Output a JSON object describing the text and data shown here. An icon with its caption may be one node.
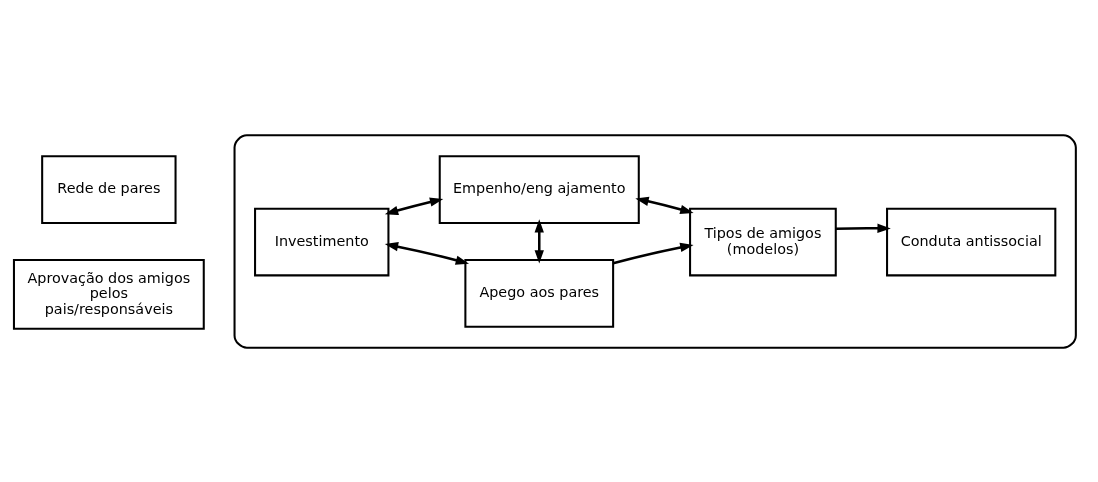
{
  "diagram": {
    "nodes": [
      {
        "text": [
          "Rede de pares"
        ]
      },
      {
        "text": [
          "Aprovação dos amigos pelos pais/responsáveis"
        ]
      },
      {
        "text": [],
        "shape": "box"
      },
      {
        "text": [
          "Apego aos pares"
        ],
        "in": 2
      },
      {
        "text": [
          "Investimento"
        ],
        "in": 2
      },
      {
        "text": [
          "Tipos de amigos (modelos)"
        ],
        "in": 2
      },
      {
        "text": [
          "Empenho/eng ajamento"
        ],
        "in": 2
      },
      {
        "text": [
          "Conduta antissocial"
        ],
        "in": 2
      }
    ],
    "edges": [
      {
        "from": 3,
        "to": 4,
        "arrow": "both"
      },
      {
        "from": 3,
        "to": 6,
        "arrow": "both"
      },
      {
        "from": 3,
        "to": 5,
        "arrow": "to"
      },
      {
        "from": 4,
        "to": 6,
        "arrow": "both"
      },
      {
        "from": 6,
        "to": 5,
        "arrow": "both"
      },
      {
        "from": 5,
        "to": 7,
        "arrow": "to"
      }
    ]
  }
}
